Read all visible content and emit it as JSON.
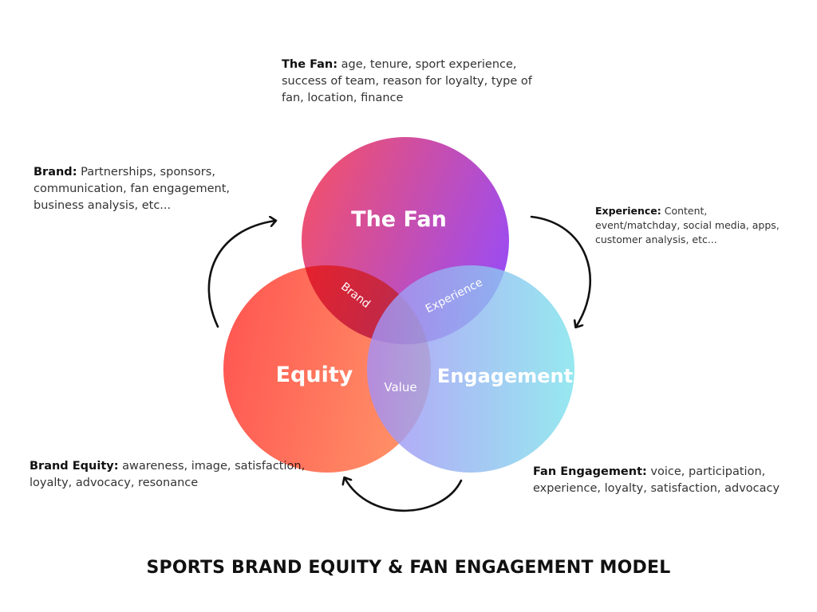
{
  "circles": {
    "fan": {
      "label": "The Fan",
      "colors": [
        "#f0506e",
        "#9a4cf5"
      ]
    },
    "equity": {
      "label": "Equity",
      "colors": [
        "#ff4a43",
        "#ff8c5c"
      ]
    },
    "engagement": {
      "label": "Engagement",
      "colors": [
        "#a68ef6",
        "#7fe3ec"
      ]
    }
  },
  "overlaps": {
    "brand": "Brand",
    "experience": "Experience",
    "value": "Value"
  },
  "notes": {
    "fan": {
      "head": "The Fan:",
      "body": " age, tenure, sport experience, success of team, reason for loyalty, type of fan, location, finance"
    },
    "brand": {
      "head": "Brand:",
      "body": " Partnerships, sponsors, communication, fan engagement, business analysis, etc..."
    },
    "experience": {
      "head": "Experience:",
      "body": " Content, event/matchday, social media, apps, customer analysis, etc..."
    },
    "brand_equity": {
      "head": "Brand Equity:",
      "body": " awareness, image, satisfaction, loyalty, advocacy, resonance"
    },
    "fan_engagement": {
      "head": "Fan Engagement:",
      "body": " voice, participation, experience, loyalty, satisfaction, advocacy"
    }
  },
  "title": "SPORTS BRAND EQUITY & FAN ENGAGEMENT MODEL"
}
